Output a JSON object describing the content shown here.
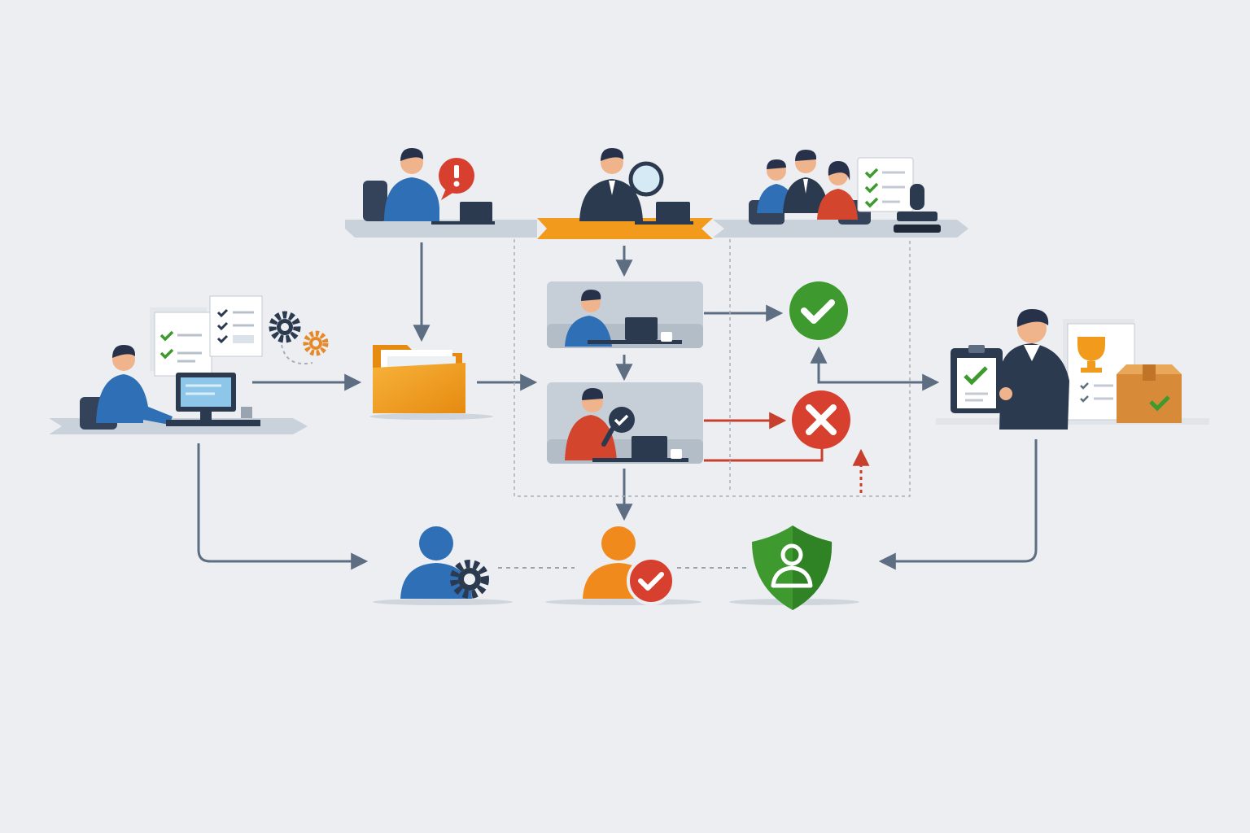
{
  "diagram": {
    "type": "workflow",
    "text_labels": [],
    "palette": {
      "background": "#eceef1",
      "connector": "#5d6d82",
      "reject_line": "#c8402d",
      "approve_green": "#3e9a2f",
      "reject_red": "#d7402e",
      "accent_orange": "#f29a1c",
      "person_blue": "#2e6fb5",
      "dark_navy": "#2c3a4f",
      "panel_gray": "#c6ced8"
    },
    "nodes": [
      {
        "id": "submitter-workstation",
        "icon": "person-at-computer-with-checklists-and-gears-icon"
      },
      {
        "id": "request-folder",
        "icon": "folder-icon"
      },
      {
        "id": "alert-reviewer",
        "icon": "person-at-laptop-with-alert-icon"
      },
      {
        "id": "inspector",
        "icon": "person-with-magnifier-icon"
      },
      {
        "id": "team-meeting",
        "icon": "team-with-checklist-and-stamp-icon"
      },
      {
        "id": "reviewer-one",
        "icon": "person-at-laptop-icon"
      },
      {
        "id": "reviewer-two",
        "icon": "person-at-laptop-with-check-badge-icon"
      },
      {
        "id": "approve",
        "icon": "check-circle-icon"
      },
      {
        "id": "reject",
        "icon": "x-circle-icon"
      },
      {
        "id": "final-approver",
        "icon": "person-with-clipboard-trophy-and-package-icon"
      },
      {
        "id": "user-admin",
        "icon": "user-with-gear-icon"
      },
      {
        "id": "user-approved",
        "icon": "user-with-check-icon"
      },
      {
        "id": "user-shield",
        "icon": "user-shield-icon"
      }
    ]
  }
}
